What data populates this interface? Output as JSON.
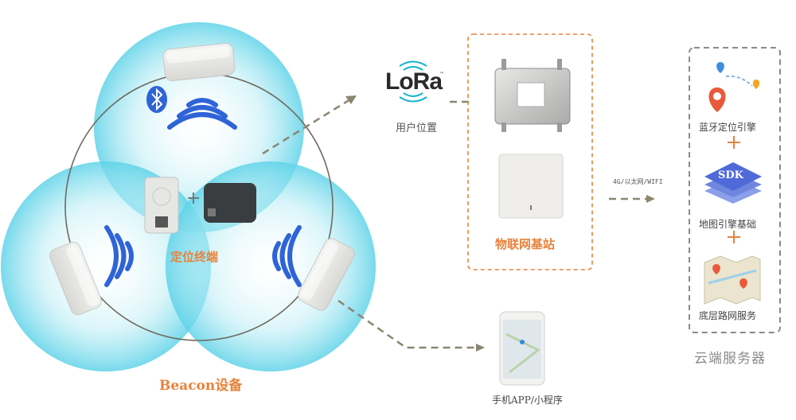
{
  "labels": {
    "user_position": "用户位置",
    "terminal": "定位终端",
    "beacon": "Beacon设备",
    "base_station": "物联网基站",
    "network_link": "4G/以太网/WIFI",
    "mobile_app": "手机APP/小程序",
    "cloud_engine": "蓝牙定位引擎",
    "cloud_map": "地图引擎基础",
    "cloud_road": "底层路网服务",
    "cloud_server": "云端服务器"
  },
  "logos": {
    "lora": "LoRa",
    "lora_tm": "™",
    "sdk": "SDK"
  },
  "colors": {
    "accent_orange": "#e8823a",
    "signal_blue": "#2f63d8",
    "coverage_cyan": "#7fdcec",
    "dash_olive": "#8a8670",
    "cloud_border": "#8a8a8a"
  },
  "icons": {
    "bluetooth": "bluetooth-icon",
    "signal": "wifi-signal-icon",
    "plus": "plus-icon",
    "pin": "location-pin-icon",
    "sdk_layers": "sdk-layers-icon",
    "map": "map-icon"
  }
}
